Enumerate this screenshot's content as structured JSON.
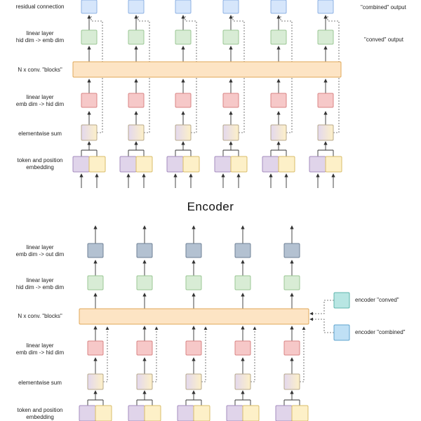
{
  "encoder": {
    "labels": {
      "residual": "residual connection",
      "linear_out": "linear layer\nhid dim -> emb dim",
      "blocks": "N x conv. \"blocks\"",
      "linear_in": "linear layer\nemb dim -> hid dim",
      "sum": "elementwise sum",
      "embedding": "token and position\nembedding"
    },
    "outputs": {
      "combined": "\"combined\" output",
      "conved": "\"conved\" output"
    }
  },
  "section_title": "Encoder",
  "decoder": {
    "labels": {
      "linear_final": "linear layer\nemb dim -> out dim",
      "linear_out": "linear layer\nhid dim -> emb dim",
      "blocks": "N x conv. \"blocks\"",
      "linear_in": "linear layer\nemb dim -> hid dim",
      "sum": "elementwise sum",
      "embedding": "token and position\nembedding"
    },
    "inputs": {
      "conved": "encoder \"conved\"",
      "combined": "encoder \"combined\""
    }
  },
  "colors": {
    "blue": "#d6e6fb",
    "blue_stroke": "#8eb1e3",
    "green": "#d8ecd5",
    "green_stroke": "#9bc795",
    "red": "#f6c8c8",
    "red_stroke": "#d98585",
    "purple": "#e0d4ea",
    "purple_stroke": "#a58cbf",
    "yellow": "#fdf0c8",
    "yellow_stroke": "#d9bd6a",
    "orange": "#fde4c4",
    "orange_stroke": "#e0a85a",
    "slate": "#b3c1d1",
    "slate_stroke": "#6f8196",
    "teal": "#b8e6e3",
    "teal_stroke": "#5fb5ae",
    "lightblue": "#bfe0f5",
    "lightblue_stroke": "#5fa5cf"
  }
}
